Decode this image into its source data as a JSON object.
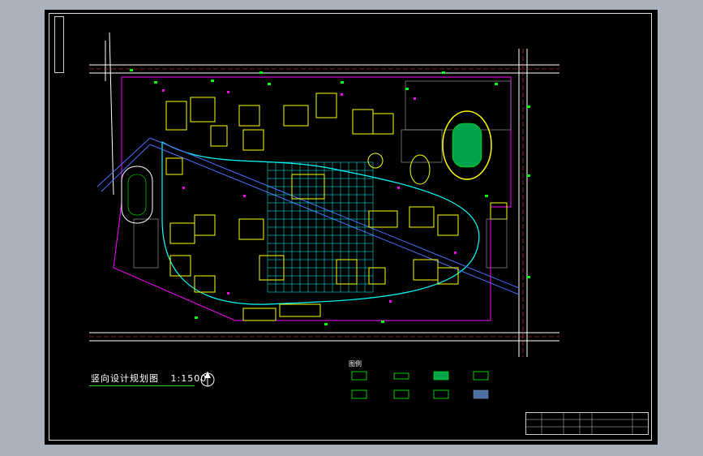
{
  "drawing": {
    "title": "竖向设计规划图",
    "scale": "1:1500"
  },
  "legend": {
    "heading": "图例",
    "items": [
      "",
      "",
      "",
      "",
      "",
      "",
      "",
      "",
      "",
      ""
    ]
  },
  "title_block": {
    "drawing_name": ""
  },
  "colors": {
    "background": "#000000",
    "building_outline": "#ffff00",
    "road": "#ffffff",
    "grid_lines": "#00ffff",
    "annotation": "#ff00ff",
    "green": "#00ff00",
    "water": "#4a6fff"
  }
}
